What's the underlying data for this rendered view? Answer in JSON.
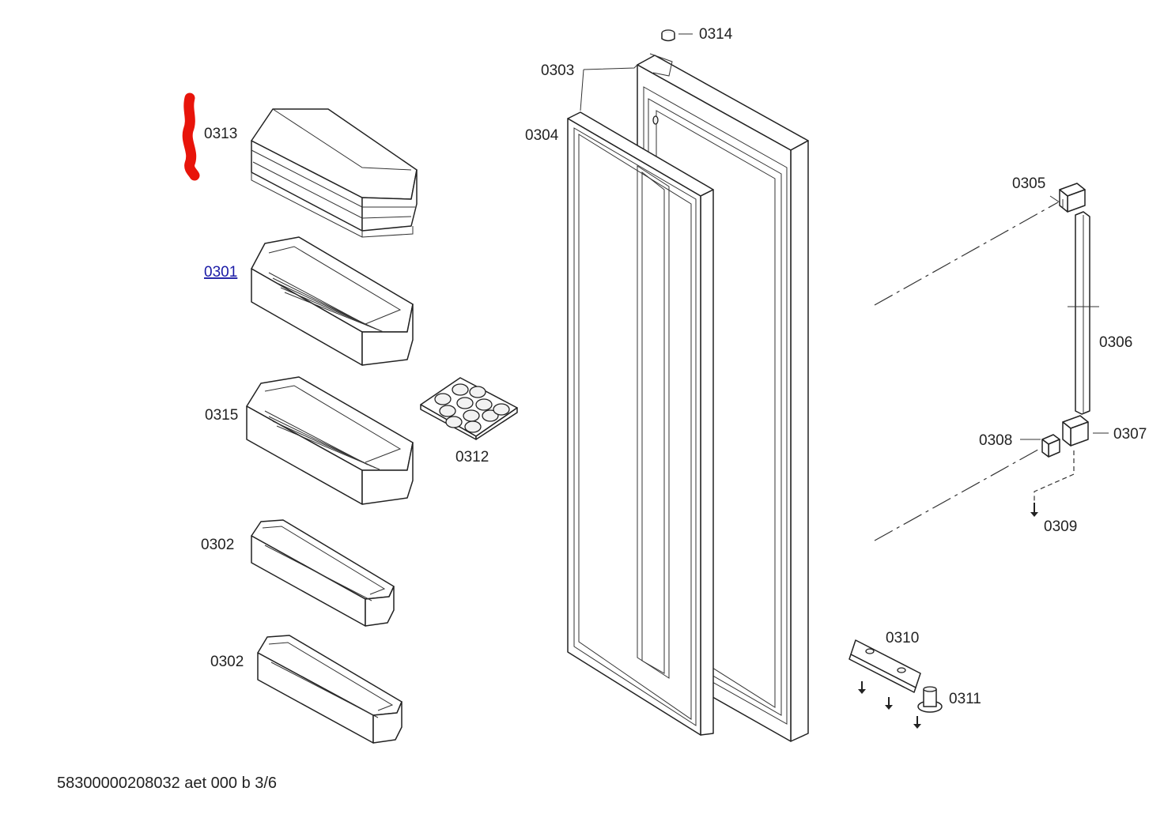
{
  "parts": {
    "p0313": "0313",
    "p0301": "0301",
    "p0315": "0315",
    "p0302_upper": "0302",
    "p0302_lower": "0302",
    "p0312": "0312",
    "p0314": "0314",
    "p0303": "0303",
    "p0304": "0304",
    "p0305": "0305",
    "p0306": "0306",
    "p0307": "0307",
    "p0308": "0308",
    "p0309": "0309",
    "p0310": "0310",
    "p0311": "0311"
  },
  "footer": {
    "document_code": "58300000208032 aet 000 b 3/6"
  },
  "colors": {
    "line_art": "#222222",
    "annotation_mark": "#e8140a",
    "link_label": "#1a1aa6",
    "background": "#ffffff"
  }
}
